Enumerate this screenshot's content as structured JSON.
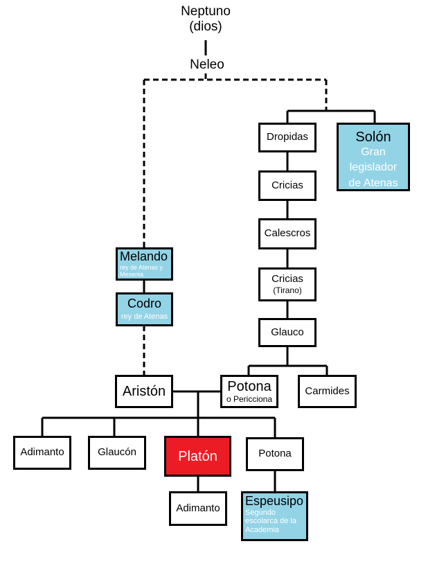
{
  "colors": {
    "highlight": "#93d3e6",
    "accent": "#ec1c24",
    "line": "#000000"
  },
  "nodes": {
    "neptuno": {
      "name": "Neptuno",
      "note": "(dios)"
    },
    "neleo": {
      "name": "Neleo"
    },
    "dropidas": {
      "name": "Dropidas"
    },
    "solon": {
      "name": "Solón",
      "desc1": "Gran",
      "desc2": "legislador",
      "desc3": "de Atenas"
    },
    "cricias1": {
      "name": "Cricias"
    },
    "calescros": {
      "name": "Calescros"
    },
    "cricias2": {
      "name": "Cricias",
      "note": "(Tirano)"
    },
    "glauco": {
      "name": "Glauco"
    },
    "melando": {
      "name": "Melando",
      "desc1": "rey de Atenas y",
      "desc2": "Mesenia"
    },
    "codro": {
      "name": "Codro",
      "desc1": "rey de Atenas"
    },
    "ariston": {
      "name": "Aristón"
    },
    "potona1": {
      "name": "Potona",
      "note": "o Pericciona"
    },
    "carmides": {
      "name": "Carmides"
    },
    "adimanto1": {
      "name": "Adimanto"
    },
    "glaucon": {
      "name": "Glaucón"
    },
    "platon": {
      "name": "Platón"
    },
    "potona2": {
      "name": "Potona"
    },
    "adimanto2": {
      "name": "Adimanto"
    },
    "espeusipo": {
      "name": "Espeusipo",
      "desc1": "Segundo",
      "desc2": "escolarca de la",
      "desc3": "Academia"
    }
  }
}
